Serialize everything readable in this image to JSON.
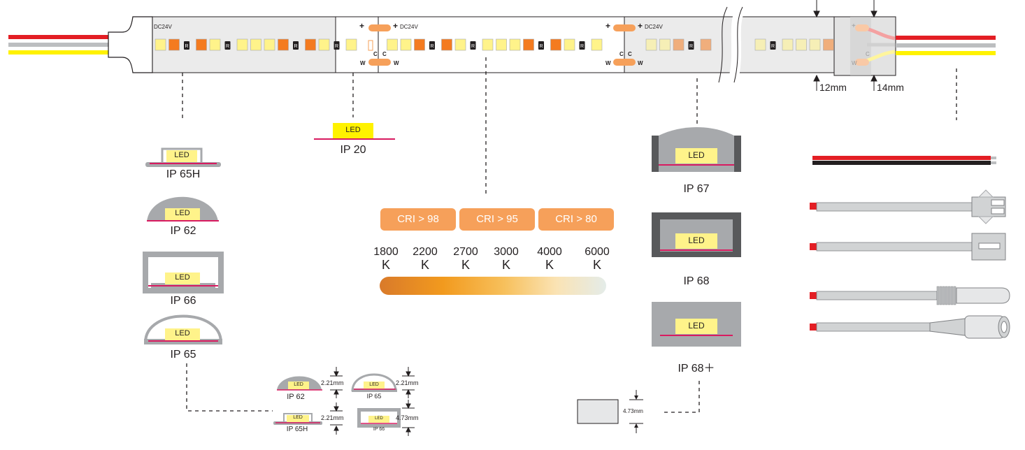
{
  "strip": {
    "voltage_label": "DC24V",
    "plus_label": "+",
    "c_label": "C",
    "w_label": "W",
    "r_label": "R",
    "cut_dims": [
      "12mm",
      "14mm"
    ]
  },
  "colors": {
    "wire_red": "#e31e24",
    "wire_grey": "#bcbec0",
    "wire_yellow": "#fff200",
    "led_warm": "#f5a623",
    "led_cool": "#fff38a",
    "led_orange": "#f47b20",
    "pad_orange": "#f6a05a",
    "pcb_pink": "#d81b60",
    "case_grey": "#a7a9ac",
    "case_dark": "#58595b",
    "gradient": [
      "#d97a2a",
      "#f29a1e",
      "#f7c05c",
      "#fae3b4",
      "#e4ece9"
    ]
  },
  "profiles_left": [
    {
      "led": "LED",
      "name": "IP 65H"
    },
    {
      "led": "LED",
      "name": "IP 62"
    },
    {
      "led": "LED",
      "name": "IP 66"
    },
    {
      "led": "LED",
      "name": "IP 65"
    }
  ],
  "profile_bare": {
    "led": "LED",
    "name": "IP 20"
  },
  "profiles_right": [
    {
      "led": "LED",
      "name": "IP 67"
    },
    {
      "led": "LED",
      "name": "IP 68"
    },
    {
      "led": "LED",
      "name": "IP 68＋"
    }
  ],
  "cri": [
    "CRI > 98",
    "CRI > 95",
    "CRI > 80"
  ],
  "cct": {
    "values": [
      "1800",
      "2200",
      "2700",
      "3000",
      "4000",
      "6000"
    ],
    "unit": "K"
  },
  "details": [
    {
      "led": "LED",
      "name": "IP 62",
      "dim": "2.21mm"
    },
    {
      "led": "LED",
      "name": "IP 65",
      "dim": "2.21mm"
    },
    {
      "led": "LED",
      "name": "IP 65H",
      "dim": "2.21mm"
    },
    {
      "led": "LED",
      "name": "IP 66",
      "dim": "4.73mm"
    }
  ],
  "ip68_section": {
    "dim": "4.73mm"
  },
  "connectors": [
    "bare-wire-connector-icon",
    "male-2pin-connector-icon",
    "female-2pin-connector-icon",
    "dc-male-plug-icon",
    "dc-female-jack-icon"
  ]
}
